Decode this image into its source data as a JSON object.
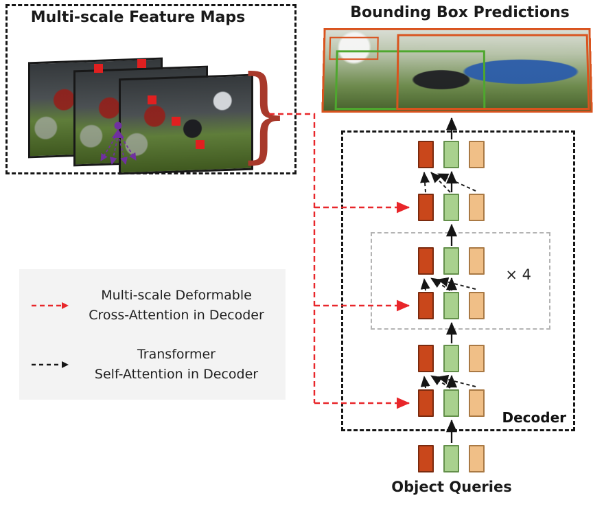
{
  "feature_maps": {
    "title": "Multi-scale Feature Maps"
  },
  "predictions": {
    "title": "Bounding Box Predictions"
  },
  "decoder": {
    "label": "Decoder",
    "repeat_label": "× 4",
    "object_queries_label": "Object Queries"
  },
  "legend": {
    "cross_attention_line1": "Multi-scale Deformable",
    "cross_attention_line2": "Cross-Attention in Decoder",
    "self_attention_line1": "Transformer",
    "self_attention_line2": "Self-Attention in Decoder"
  },
  "colors": {
    "rect_orange_fill": "#c9471b",
    "rect_orange_border": "#7a2a0e",
    "rect_green_fill": "#a9d18e",
    "rect_green_border": "#638f4a",
    "rect_tan_fill": "#f0bf87",
    "rect_tan_border": "#a97944",
    "red_arrow": "#e8262a",
    "black_arrow": "#151515",
    "purple": "#7030a0",
    "brace_red": "#a8392b",
    "bbox_orange": "#d9531e",
    "bbox_green": "#4ea72e",
    "sample_point_red": "#e02020"
  }
}
